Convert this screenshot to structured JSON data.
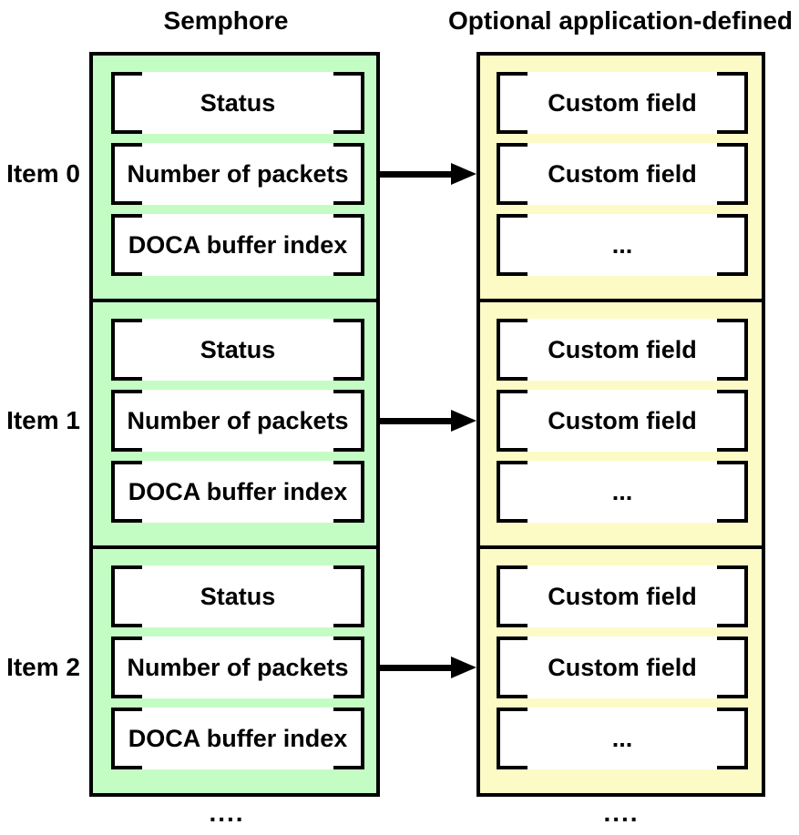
{
  "header": {
    "left_title": "Semphore",
    "right_title": "Optional application-defined"
  },
  "items": [
    {
      "label": "Item 0",
      "semaphore_fields": [
        "Status",
        "Number of packets",
        "DOCA buffer index"
      ],
      "custom_fields": [
        "Custom field",
        "Custom field",
        "..."
      ]
    },
    {
      "label": "Item 1",
      "semaphore_fields": [
        "Status",
        "Number of packets",
        "DOCA buffer index"
      ],
      "custom_fields": [
        "Custom field",
        "Custom field",
        "..."
      ]
    },
    {
      "label": "Item 2",
      "semaphore_fields": [
        "Status",
        "Number of packets",
        "DOCA buffer index"
      ],
      "custom_fields": [
        "Custom field",
        "Custom field",
        "..."
      ]
    }
  ],
  "footer": {
    "left_ellipsis": "....",
    "right_ellipsis": "...."
  },
  "colors": {
    "semaphore_fill": "#C4FDC4",
    "custom_fill": "#FCFBC6",
    "line": "#000000",
    "text": "#000000",
    "page_bg": "#FFFFFF"
  }
}
